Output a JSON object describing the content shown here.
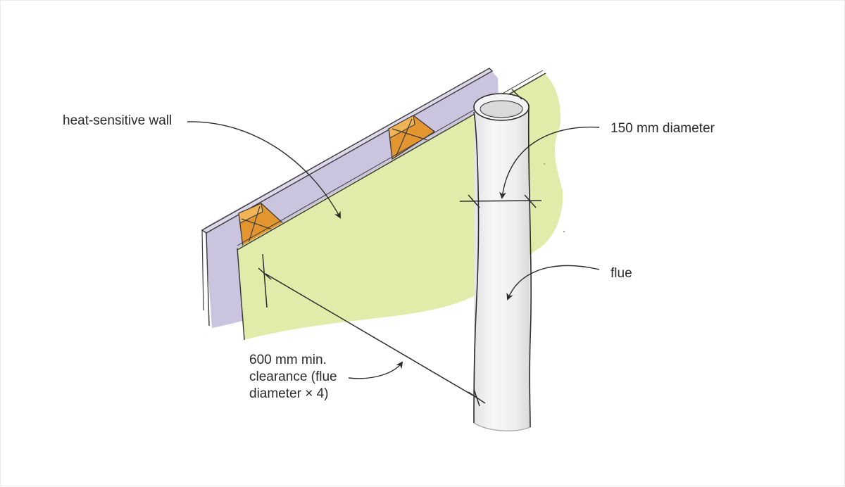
{
  "labels": {
    "wall": "heat-sensitive wall",
    "diameter": "150 mm diameter",
    "flue": "flue",
    "clearance_lines": [
      "600 mm min.",
      "clearance (flue",
      "diameter × 4)"
    ]
  },
  "colors": {
    "wall_face": "#e2ecaa",
    "wall_back": "#cac4df",
    "wall_edge": "#ddd9ea",
    "stud_orange": "#e3962f",
    "flue_body": "#f2f2f2",
    "ink": "#2b2b2b"
  }
}
